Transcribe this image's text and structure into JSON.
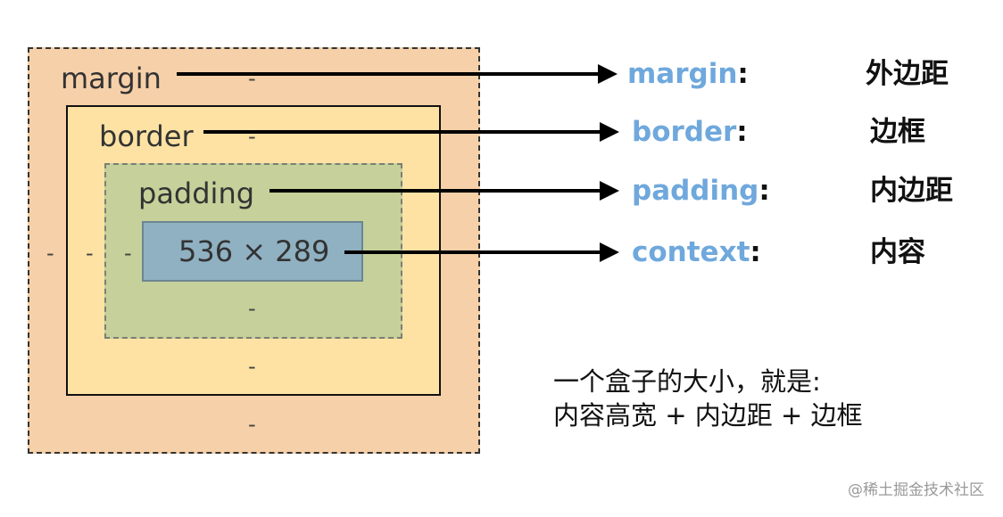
{
  "diagram": {
    "labels": {
      "margin": "margin",
      "border": "border",
      "padding": "padding",
      "content_size": "536 × 289"
    },
    "dash": "-",
    "terms": [
      {
        "name": "margin",
        "colon": ":",
        "zh": "外边距"
      },
      {
        "name": "border",
        "colon": ":",
        "zh": "边框"
      },
      {
        "name": "padding",
        "colon": ":",
        "zh": "内边距"
      },
      {
        "name": "context",
        "colon": ":",
        "zh": "内容"
      }
    ],
    "summary": {
      "line1": "一个盒子的大小，就是:",
      "line2": "内容高宽 + 内边距 + 边框"
    },
    "watermark": "@稀土掘金技术社区"
  },
  "colors": {
    "margin": "#f6d0a8",
    "border": "#fde2a3",
    "padding": "#c6d09a",
    "content": "#8fb1c2",
    "term": "#6fa8dc"
  }
}
